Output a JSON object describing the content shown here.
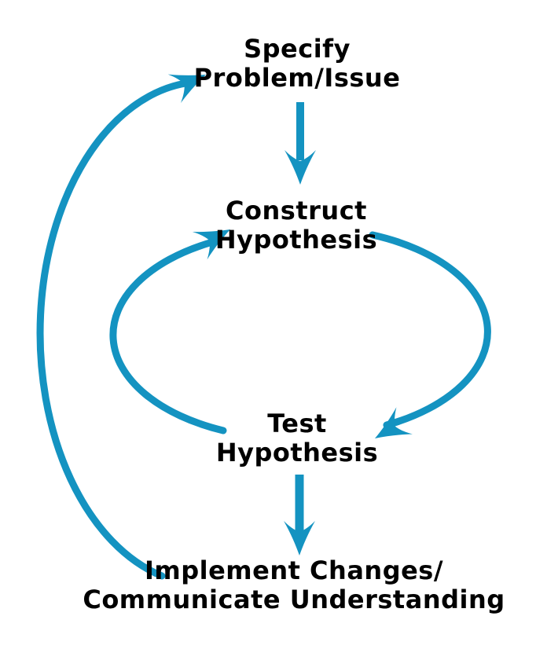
{
  "diagram": {
    "kind": "cycle-flow-diagram",
    "nodes": {
      "specify": {
        "line1": "Specify",
        "line2": "Problem/Issue"
      },
      "construct": {
        "line1": "Construct",
        "line2": "Hypothesis"
      },
      "test": {
        "line1": "Test",
        "line2": "Hypothesis"
      },
      "implement": {
        "line1": "Implement Changes/",
        "line2": "Communicate Understanding"
      }
    },
    "edges": [
      {
        "from": "specify",
        "to": "construct",
        "style": "straight-down-arrow"
      },
      {
        "from": "construct",
        "to": "test",
        "style": "curved-right-arc-clockwise"
      },
      {
        "from": "test",
        "to": "construct",
        "style": "curved-left-arc-clockwise"
      },
      {
        "from": "test",
        "to": "implement",
        "style": "straight-down-arrow"
      },
      {
        "from": "implement",
        "to": "specify",
        "style": "large-outer-left-arc"
      }
    ]
  },
  "colors": {
    "arrow": "#1493C1",
    "text": "#000000",
    "background": "#FFFFFF"
  }
}
